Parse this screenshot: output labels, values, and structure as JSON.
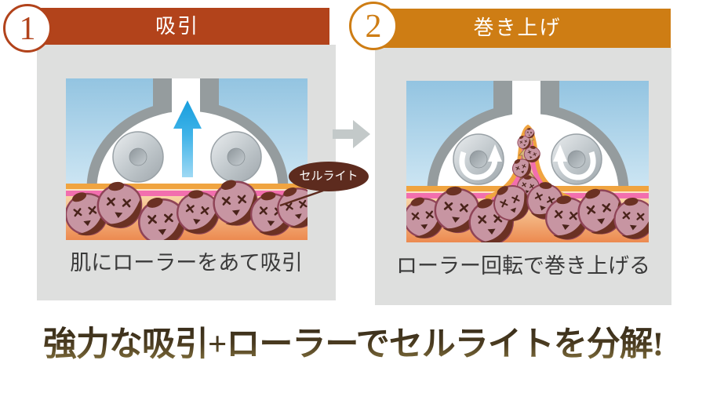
{
  "figure": {
    "panels": [
      {
        "number": "1",
        "header_label": "吸引",
        "caption": "肌にローラーをあて吸引",
        "header_bg": "#B2431B",
        "badge_color": "#B2431B"
      },
      {
        "number": "2",
        "header_label": "巻き上げ",
        "caption": "ローラー回転で巻き上げる",
        "header_bg": "#CE7D14",
        "badge_color": "#CE7D14"
      }
    ],
    "cellulite_label": {
      "text": "セルライト",
      "bg": "#5D2B1E",
      "text_color": "#FFFFFF"
    },
    "headline": {
      "text": "強力な吸引+ローラーでセルライトを分解!",
      "gradient_top": "#2E2517",
      "gradient_bottom": "#8D7B42"
    },
    "icons": {
      "flow_arrow": {
        "name": "right-arrow-icon",
        "glyph": "→",
        "color": "#C3C9C9"
      },
      "suction_arrow": {
        "name": "up-arrow-icon",
        "glyph": "↑",
        "color": "#1BA3E1"
      },
      "rotation_arrow": {
        "name": "rotation-arrow-icon",
        "glyph": "↻",
        "color": "#FFFFFF"
      },
      "cellulite_character": {
        "name": "cellulite-character-icon",
        "color": "#C795A2"
      }
    },
    "colors": {
      "panel_bg": "#DEDFDE",
      "sky_top": "#93C4E1",
      "device_gray": "#959C9E",
      "skin_line_orange": "#F0A440",
      "skin_line_pink": "#F26FAE",
      "skin_top": "#F8D5A6",
      "skin_bottom": "#EC8A50",
      "cellulite_patch": "#6B3123"
    }
  }
}
